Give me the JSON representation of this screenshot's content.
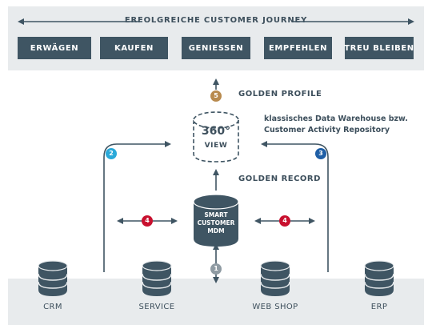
{
  "journey": {
    "title": "ERFOLGREICHE CUSTOMER JOURNEY",
    "stages": [
      "ERWÄGEN",
      "KAUFEN",
      "GENIESSEN",
      "EMPFEHLEN",
      "TREU BLEIBEN"
    ]
  },
  "labels": {
    "golden_profile": "GOLDEN PROFILE",
    "golden_record": "GOLDEN RECORD",
    "warehouse_line1": "klassisches Data Warehouse bzw.",
    "warehouse_line2": "Customer Activity Repository"
  },
  "view": {
    "line1": "360°",
    "line2": "VIEW"
  },
  "mdm": {
    "line1": "SMART",
    "line2": "CUSTOMER",
    "line3": "MDM"
  },
  "systems": [
    "CRM",
    "SERVICE",
    "WEB SHOP",
    "ERP"
  ],
  "badges": {
    "b1": "1",
    "b2": "2",
    "b3": "3",
    "b4_left": "4",
    "b4_right": "4",
    "b5": "5"
  },
  "colors": {
    "dark": "#3f5563",
    "band": "#e8ebed",
    "badge_1": "#8f9ba3",
    "badge_2": "#2aa9d9",
    "badge_3": "#1f5fa6",
    "badge_4": "#c8102e",
    "badge_5": "#b88a4e"
  }
}
